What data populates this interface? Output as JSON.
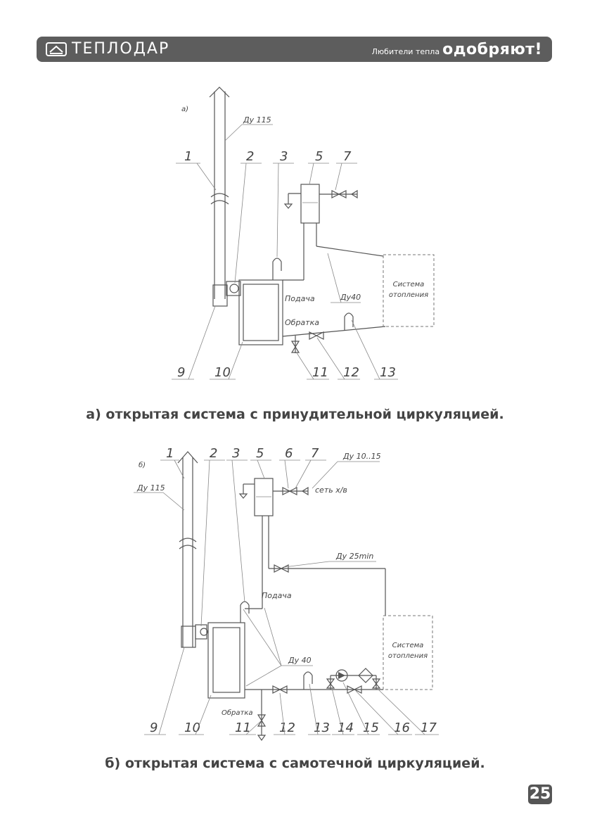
{
  "header": {
    "brand": "ТЕПЛОДАР",
    "slogan_small": "Любители тепла",
    "slogan_big": "одобряют!",
    "logo_icon": "house-frame-icon",
    "color": "#5d5d5d"
  },
  "diagram_a": {
    "tag": "а)",
    "pipe_chimney": "Ду 115",
    "pipe_main": "Ду40",
    "feed_label": "Подача",
    "return_label": "Обратка",
    "system_label_line1": "Система",
    "system_label_line2": "отопления",
    "callouts_top": [
      "1",
      "2",
      "3",
      "5",
      "7"
    ],
    "callouts_bottom": [
      "9",
      "10",
      "11",
      "12",
      "13"
    ]
  },
  "diagram_b": {
    "tag": "б)",
    "pipe_chimney": "Ду 115",
    "pipe_makeup": "Ду 10..15",
    "water_supply": "сеть х/в",
    "pipe_expansion": "Ду 25min",
    "feed_label": "Подача",
    "pipe_main": "Ду 40",
    "return_label": "Обратка",
    "system_label_line1": "Система",
    "system_label_line2": "отопления",
    "callouts_top": [
      "1",
      "2",
      "3",
      "5",
      "6",
      "7"
    ],
    "callouts_bottom": [
      "9",
      "10",
      "11",
      "12",
      "13",
      "14",
      "15",
      "16",
      "17"
    ]
  },
  "caption_a": "а) открытая система с принудительной циркуляцией.",
  "caption_b": "б) открытая система с самотечной циркуляцией.",
  "page_number": "25"
}
